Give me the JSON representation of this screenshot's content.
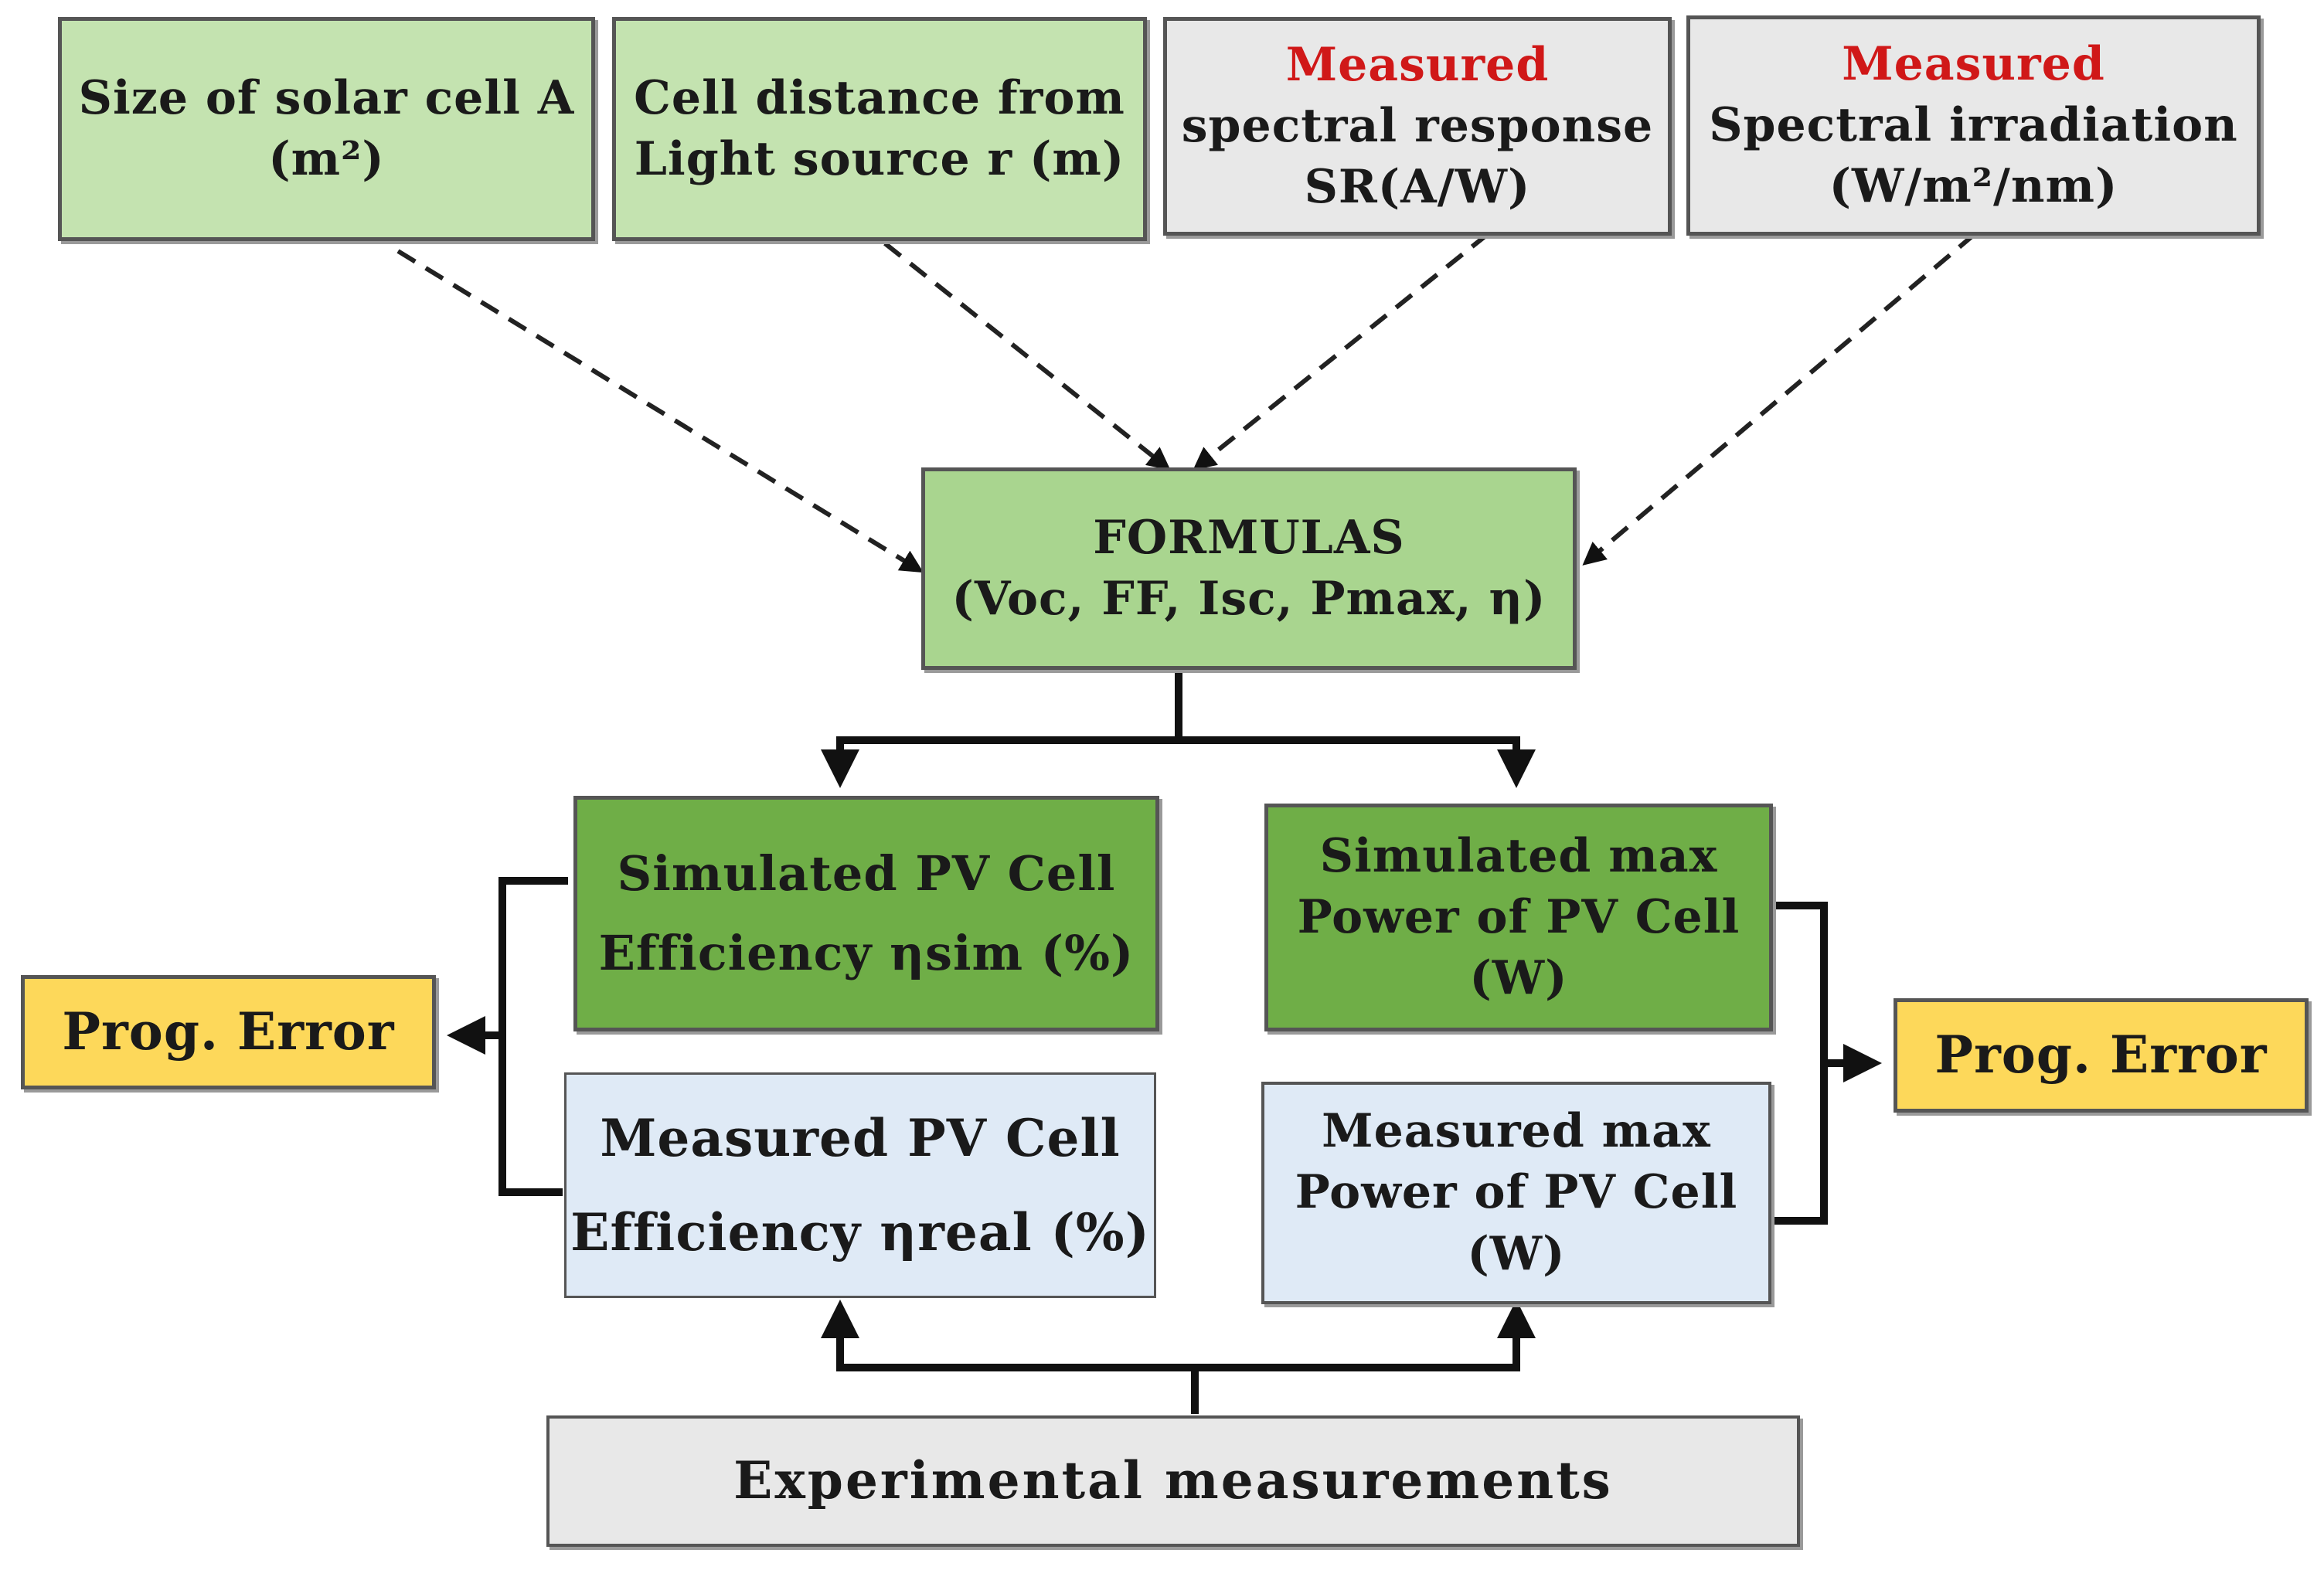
{
  "inputs": [
    {
      "line1": "Size of solar cell A",
      "line2": "(m²)"
    },
    {
      "line1": "Cell distance from",
      "line2": "Light source r (m)"
    },
    {
      "line1": "Measured",
      "line2": "spectral response",
      "line3": "SR(A/W)"
    },
    {
      "line1": "Measured",
      "line2": "Spectral irradiation",
      "line3": "(W/m²/nm)"
    }
  ],
  "formulas": {
    "line1": "FORMULAS",
    "line2": "(Voc, FF, Isc, Pmax, η)"
  },
  "simulated_efficiency": {
    "line1": "Simulated PV Cell",
    "line2": "Efficiency ηsim (%)"
  },
  "simulated_power": {
    "line1": "Simulated max",
    "line2": "Power of PV Cell",
    "line3": "(W)"
  },
  "measured_efficiency": {
    "line1": "Measured PV Cell",
    "line2": "Efficiency ηreal (%)"
  },
  "measured_power": {
    "line1": "Measured max",
    "line2": "Power of PV Cell",
    "line3": "(W)"
  },
  "prog_error_left": "Prog. Error",
  "prog_error_right": "Prog. Error",
  "experimental": "Experimental measurements",
  "colors": {
    "light_green": "#c4e3b0",
    "formula_green": "#a9d58f",
    "dark_green": "#6fae47",
    "grey": "#e8e8e8",
    "light_blue": "#dfeaf6",
    "yellow": "#fdd85a",
    "red_text": "#d01818"
  }
}
